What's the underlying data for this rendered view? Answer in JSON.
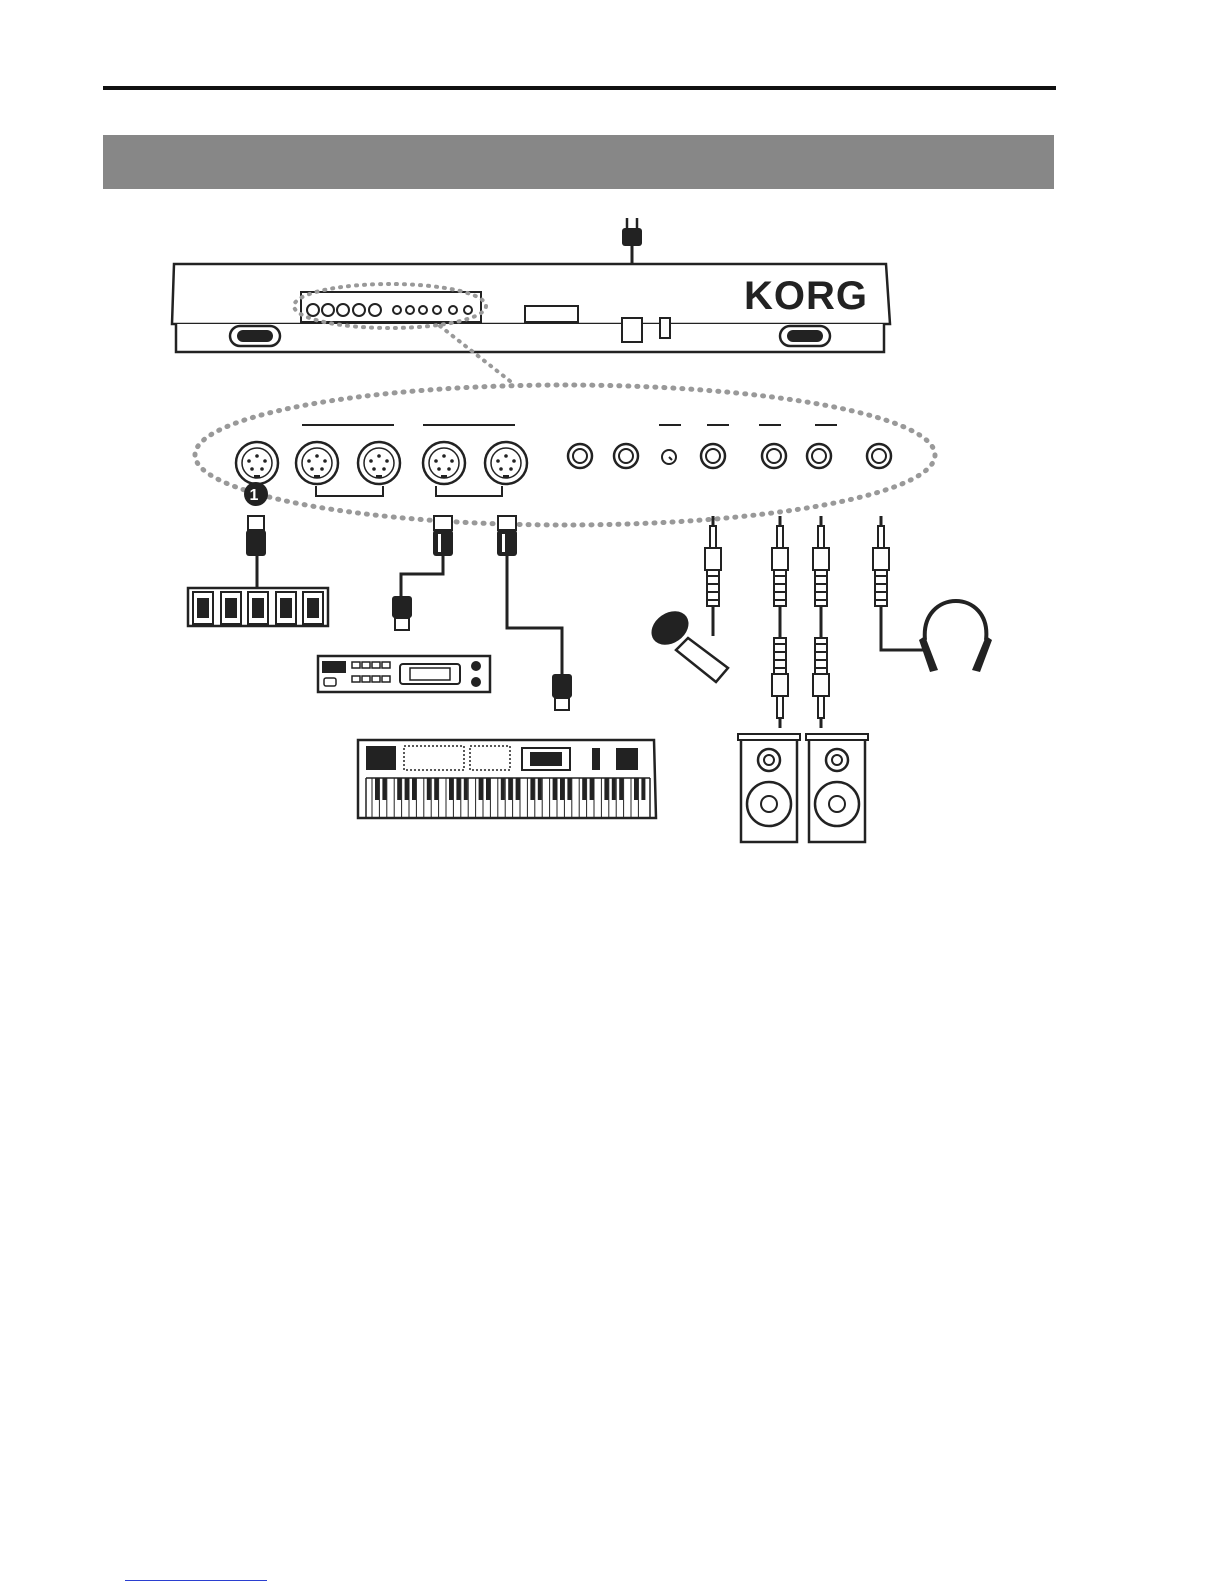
{
  "header": {
    "band_color": "#878787",
    "rule_color": "#111111"
  },
  "diagram": {
    "brand": "KORG",
    "badge_number": "1",
    "icons": [
      "power-plug-icon",
      "keyboard-rear-panel",
      "midi-din-jack-icon",
      "audio-jack-icon",
      "pedal-board-icon",
      "sound-module-icon",
      "midi-keyboard-icon",
      "microphone-icon",
      "speaker-icon",
      "headphones-icon"
    ]
  },
  "footer": {
    "link_color": "#2b3fd0"
  }
}
